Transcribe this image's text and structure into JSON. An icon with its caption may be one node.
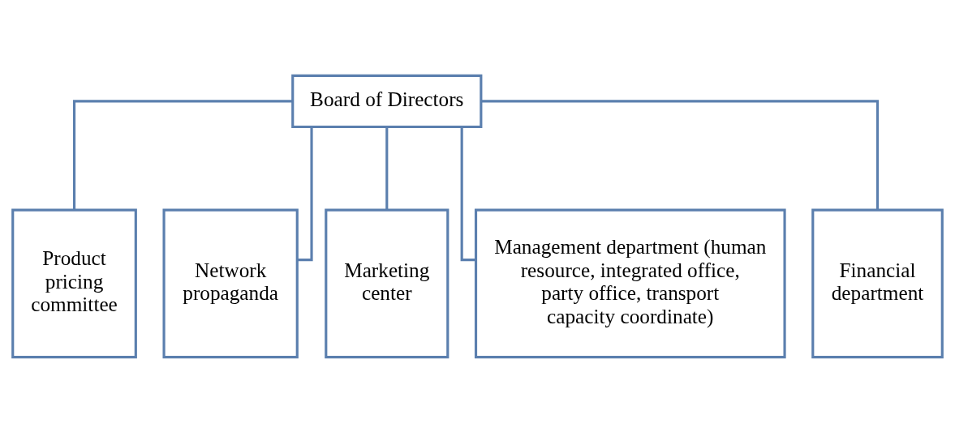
{
  "diagram": {
    "nodes": [
      {
        "text": [
          "Board of Directors"
        ]
      },
      {
        "text": [
          "Product pricing committee"
        ]
      },
      {
        "text": [
          "Network propaganda"
        ]
      },
      {
        "text": [
          "Marketing center"
        ]
      },
      {
        "text": [
          "Management department (human resource, integrated office, party office, transport capacity coordinate)"
        ]
      },
      {
        "text": [
          "Financial department"
        ]
      }
    ],
    "edges": [
      {
        "from": 0,
        "to": 1,
        "arrow": "none"
      },
      {
        "from": 0,
        "to": 2,
        "arrow": "none"
      },
      {
        "from": 0,
        "to": 3,
        "arrow": "none"
      },
      {
        "from": 0,
        "to": 4,
        "arrow": "none"
      },
      {
        "from": 0,
        "to": 5,
        "arrow": "none"
      }
    ]
  }
}
